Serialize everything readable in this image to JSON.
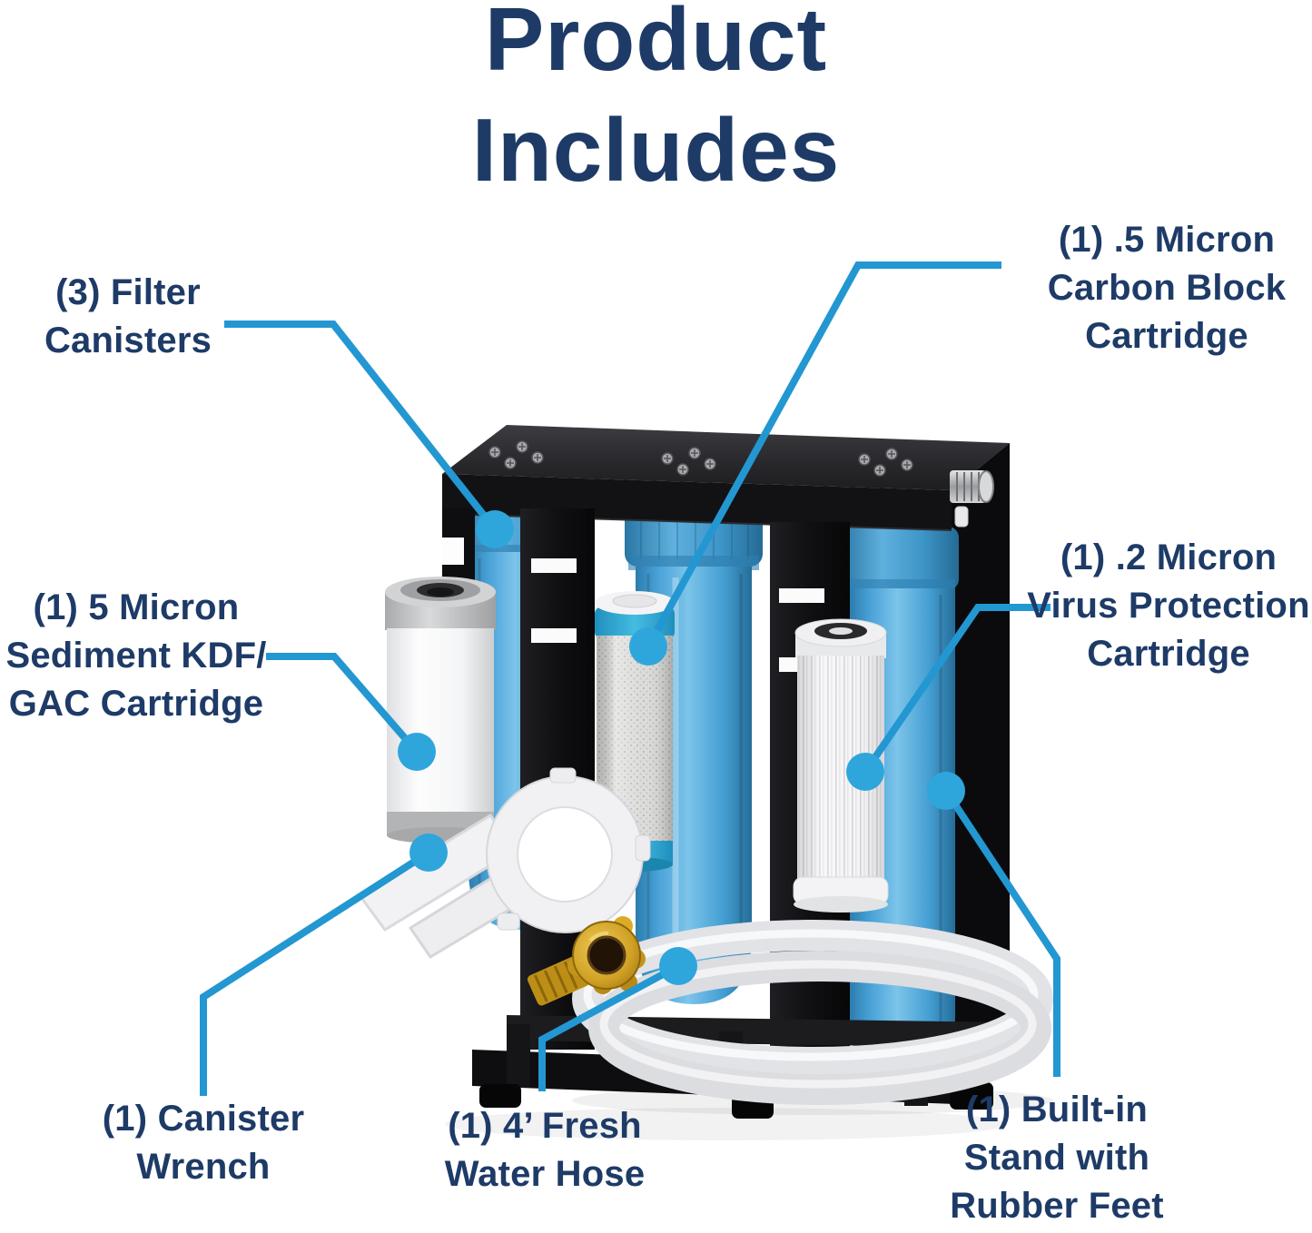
{
  "title": {
    "lines": [
      "Product",
      "Includes"
    ]
  },
  "colors": {
    "heading_navy": "#1e3b67",
    "callout_blue": "#2397d1",
    "callout_dot_blue": "#2ea6dc",
    "canister_blue": "#47a4d8",
    "stand_black": "#101013",
    "cartridge_teal_band": "#2aa6ce",
    "brass_fitting_gold": "#cf9c1f",
    "background": "#ffffff"
  },
  "callouts": [
    {
      "id": "filter-canisters",
      "lines": [
        "(3) Filter",
        "Canisters"
      ]
    },
    {
      "id": "carbon-block",
      "lines": [
        "(1) .5 Micron",
        "Carbon Block",
        "Cartridge"
      ]
    },
    {
      "id": "sediment-kdf",
      "lines": [
        "(1) 5 Micron",
        "Sediment KDF/",
        "GAC Cartridge"
      ]
    },
    {
      "id": "virus-protection",
      "lines": [
        "(1) .2 Micron",
        "Virus Protection",
        "Cartridge"
      ]
    },
    {
      "id": "canister-wrench",
      "lines": [
        "(1) Canister",
        "Wrench"
      ]
    },
    {
      "id": "fresh-water-hose",
      "lines": [
        "(1) 4’ Fresh",
        "Water Hose"
      ]
    },
    {
      "id": "built-in-stand",
      "lines": [
        "(1) Built-in",
        "Stand with",
        "Rubber Feet"
      ]
    }
  ],
  "illustration_parts": [
    "black-filter-stand-with-rubber-feet",
    "blue-filter-canister-left",
    "blue-filter-canister-middle",
    "blue-filter-canister-right",
    "white-sediment-kdf-gac-cartridge",
    "carbon-block-cartridge",
    "pleated-virus-protection-cartridge",
    "white-canister-wrench",
    "fresh-water-hose-with-brass-fitting",
    "chrome-outlet-fitting"
  ]
}
